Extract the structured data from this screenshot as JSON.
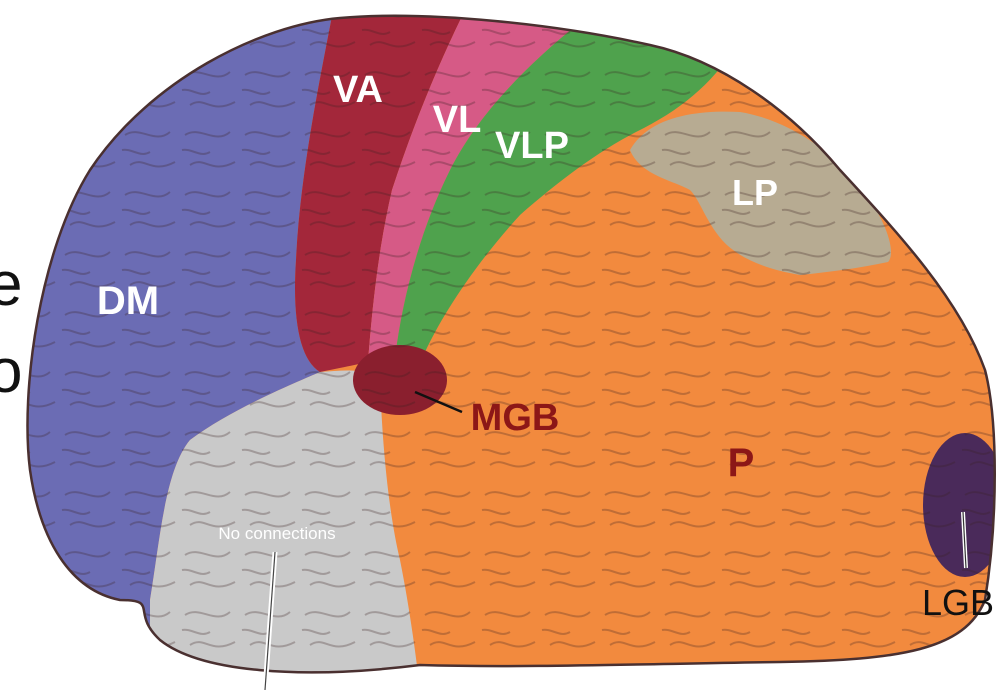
{
  "labels": {
    "dm": "DM",
    "va": "VA",
    "vl": "VL",
    "vlp": "VLP",
    "lp": "LP",
    "mgb": "MGB",
    "p": "P",
    "lgb": "LGB",
    "no_connections": "No connections"
  },
  "side_text": {
    "line1": "e",
    "line2": "o"
  },
  "colors": {
    "dm": "#6b6cb4",
    "va": "#a3273a",
    "vl": "#d65a86",
    "vlp": "#4fa24d",
    "lp": "#b7ab92",
    "p": "#f28a3e",
    "mgb": "#8a1f2e",
    "lgb": "#4a2a5a",
    "gray": "#c9c9c9",
    "label_dark": "#8c1717",
    "label_light": "#ffffff"
  }
}
